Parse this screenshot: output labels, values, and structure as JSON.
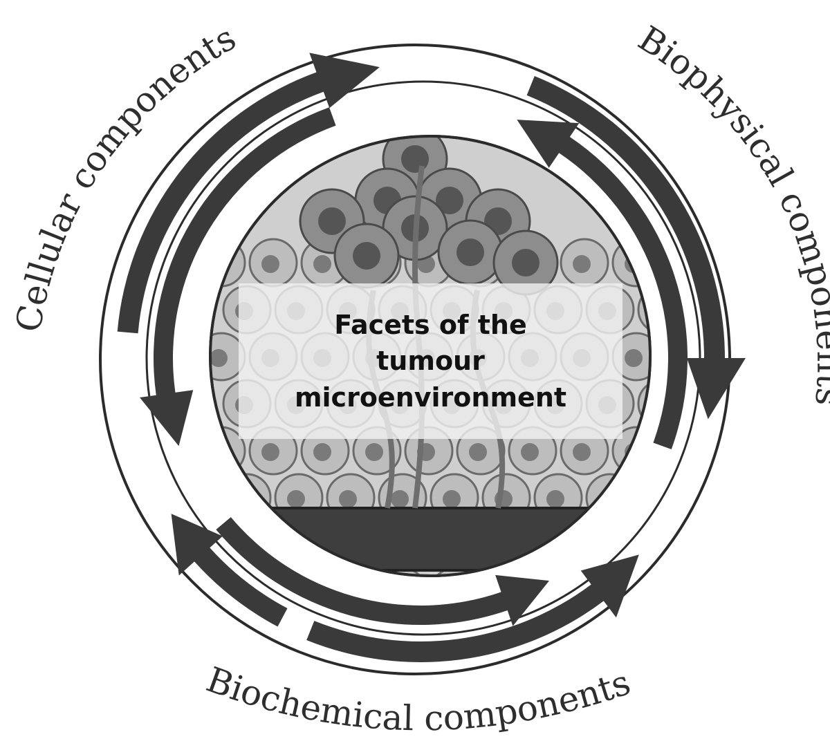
{
  "diagram": {
    "center_title_lines": [
      "Facets of the",
      "tumour",
      "microenvironment"
    ],
    "labels": {
      "cellular": "Cellular components",
      "biophysical": "Biophysical components",
      "biochemical": "Biochemical components"
    },
    "colors": {
      "arrow": "#3a3a3a",
      "ring": "#2b2b2b",
      "cell_fill": "#bdbdbd",
      "cell_nucleus": "#7a7a7a",
      "tumour_fill": "#8d8d8d"
    }
  }
}
